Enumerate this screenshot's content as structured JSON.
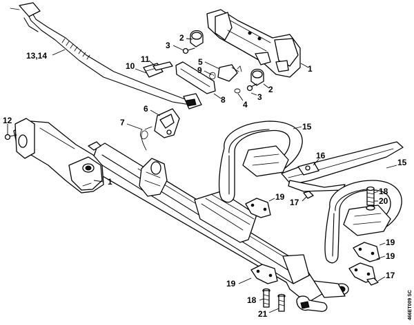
{
  "diagram": {
    "reference_code": "466ET009 SC",
    "callouts": [
      {
        "id": "c1a",
        "label": "1"
      },
      {
        "id": "c2a",
        "label": "2"
      },
      {
        "id": "c3a",
        "label": "3"
      },
      {
        "id": "c1314",
        "label": "13,14"
      },
      {
        "id": "c11",
        "label": "11"
      },
      {
        "id": "c10",
        "label": "10"
      },
      {
        "id": "c5",
        "label": "5"
      },
      {
        "id": "c9",
        "label": "9"
      },
      {
        "id": "c2b",
        "label": "2"
      },
      {
        "id": "c3b",
        "label": "3"
      },
      {
        "id": "c4",
        "label": "4"
      },
      {
        "id": "c8",
        "label": "8"
      },
      {
        "id": "c6",
        "label": "6"
      },
      {
        "id": "c7",
        "label": "7"
      },
      {
        "id": "c12",
        "label": "12"
      },
      {
        "id": "c1b",
        "label": "1"
      },
      {
        "id": "c15a",
        "label": "15"
      },
      {
        "id": "c16",
        "label": "16"
      },
      {
        "id": "c15b",
        "label": "15"
      },
      {
        "id": "c18a",
        "label": "18"
      },
      {
        "id": "c20",
        "label": "20"
      },
      {
        "id": "c17a",
        "label": "17"
      },
      {
        "id": "c19a",
        "label": "19"
      },
      {
        "id": "c19b",
        "label": "19"
      },
      {
        "id": "c19c",
        "label": "19"
      },
      {
        "id": "c17b",
        "label": "17"
      },
      {
        "id": "c19d",
        "label": "19"
      },
      {
        "id": "c18b",
        "label": "18"
      },
      {
        "id": "c21",
        "label": "21"
      }
    ]
  }
}
